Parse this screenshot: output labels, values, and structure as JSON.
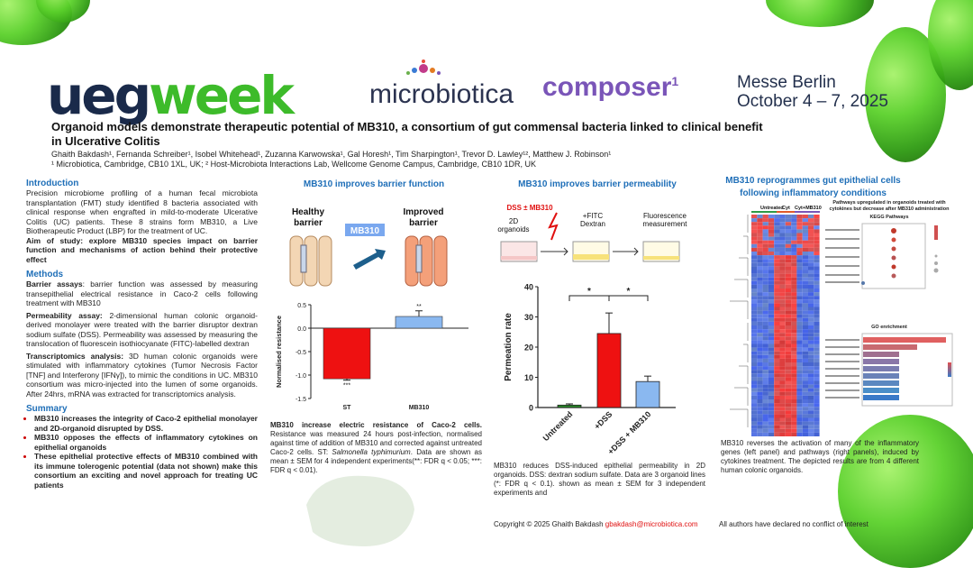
{
  "header": {
    "logo_ueg_1": "ueg",
    "logo_ueg_2": "week",
    "logo_micro": "microbiotica",
    "logo_composer": "composer",
    "logo_composer_sup": "1",
    "venue_1": "Messe Berlin",
    "venue_2": "October 4 – 7, 2025"
  },
  "title": "Organoid models demonstrate therapeutic potential of MB310, a consortium of gut commensal bacteria linked to clinical benefit in Ulcerative Colitis",
  "authors": "Ghaith Bakdash¹, Fernanda Schreiber¹, Isobel Whitehead¹, Zuzanna Karwowska¹, Gal Horesh¹, Tim Sharpington¹, Trevor D. Lawley¹², Matthew J. Robinson¹",
  "affiliations": "¹ Microbiotica, Cambridge, CB10 1XL, UK; ² Host-Microbiota Interactions Lab, Wellcome Genome Campus, Cambridge, CB10 1DR, UK",
  "intro": {
    "heading": "Introduction",
    "text": "Precision microbiome profiling of a human fecal microbiota transplantation (FMT) study identified 8 bacteria associated with clinical response when engrafted in mild-to-moderate Ulcerative Colitis (UC) patients. These 8 strains form MB310, a Live Biotherapeutic Product (LBP) for the treatment of UC.",
    "aim": "Aim of study: explore MB310 species impact on barrier function and mechanisms of action behind their protective effect"
  },
  "methods": {
    "heading": "Methods",
    "barrier_label": "Barrier assays",
    "barrier_text": ": barrier function was assessed by measuring transepithelial electrical resistance in Caco-2 cells following treatment with MB310",
    "perm_label": "Permeability assay:",
    "perm_text": " 2-dimensional human colonic organoid-derived monolayer were treated with the barrier disruptor dextran sodium sulfate (DSS). Permeability was assessed by measuring the translocation of fluorescein isothiocyanate (FITC)-labelled dextran",
    "trans_label": "Transcriptomics analysis:",
    "trans_text": " 3D human colonic organoids were stimulated with inflammatory cytokines (Tumor Necrosis Factor [TNF] and Interferony [IFNγ]), to mimic the conditions in UC. MB310 consortium was micro-injected into the lumen of some organoids. After 24hrs, mRNA was extracted for transcriptomics analysis."
  },
  "summary": {
    "heading": "Summary",
    "items": [
      "MB310 increases the integrity of Caco-2 epithelial monolayer and 2D-organoid disrupted by DSS.",
      "MB310 opposes the effects of inflammatory cytokines on epithelial organoids",
      "These epithelial protective effects of MB310 combined with its immune tolerogenic potential (data not shown) make this consortium an exciting and novel approach for treating UC patients"
    ]
  },
  "fig1": {
    "heading": "MB310 improves barrier function",
    "label_healthy": "Healthy barrier",
    "label_improved": "Improved barrier",
    "label_mb310": "MB310",
    "caption_bold": "MB310 increase electric resistance of Caco-2 cells.",
    "caption_1": " Resistance was measured 24 hours post-infection, normalised against time of addition of MB310 and corrected against untreated Caco-2 cells. ST: ",
    "caption_italic": "Salmonella typhimurium",
    "caption_2": ". Data are shown as mean ± SEM for 4 independent experiments(**: FDR q < 0.05; ***: FDR q < 0.01)."
  },
  "fig2": {
    "heading": "MB310 improves barrier permeability",
    "step_dss": "DSS ± MB310",
    "step_1": "2D organoids",
    "step_2": "+FITC Dextran",
    "step_3": "Fluorescence measurement",
    "caption": "MB310 reduces DSS-induced epithelial permeability in 2D organoids. DSS: dextran sodium sulfate. Data are 3 organoid lines (*: FDR q < 0.1). shown as mean ± SEM for 3 independent experiments and"
  },
  "fig3": {
    "heading": "MB310 reprogrammes gut epithelial cells following inflammatory conditions",
    "hm_labels": [
      "Untreated",
      "Cyt",
      "Cyt+MB310"
    ],
    "kegg_caption": "Pathways upregulated in organoids treated with cytokines but decrease after MB310 administration",
    "kegg_title": "KEGG Pathways",
    "go_title": "GO enrichment",
    "caption": "MB310 reverses the activation of many of the inflammatory genes (left panel) and pathways (right panels), induced by cytokines treatment. The depicted results are from 4 different human colonic organoids."
  },
  "footer": {
    "copyright": "Copyright © 2025 Ghaith Bakdash ",
    "email": "gbakdash@microbiotica.com",
    "disclosure": "All authors have declared no conflict of interest"
  },
  "colors": {
    "heading_blue": "#1f6fb8",
    "bar_red": "#ee1111",
    "bar_blue": "#8ab8f0",
    "bar_green": "#2a8a2a"
  },
  "chart_data": [
    {
      "type": "bar",
      "ylabel": "Normalised resistance",
      "categories": [
        "ST",
        "MB310"
      ],
      "values": [
        -1.08,
        0.25
      ],
      "errors": [
        0.03,
        0.12
      ],
      "sig": [
        "***",
        "**"
      ],
      "ylim": [
        -1.5,
        0.5
      ],
      "yticks": [
        "0.5",
        "0.0",
        "-0.5",
        "-1.0",
        "-1.5"
      ]
    },
    {
      "type": "bar",
      "ylabel": "Permeation rate",
      "categories": [
        "Untreated",
        "+DSS",
        "+DSS + MB310"
      ],
      "values": [
        0.8,
        24.5,
        8.6
      ],
      "errors": [
        0.4,
        6.8,
        1.8
      ],
      "ylim": [
        0,
        40
      ],
      "yticks": [
        "0",
        "10",
        "20",
        "30",
        "40"
      ],
      "sig_brackets": [
        "*",
        "*"
      ]
    }
  ]
}
